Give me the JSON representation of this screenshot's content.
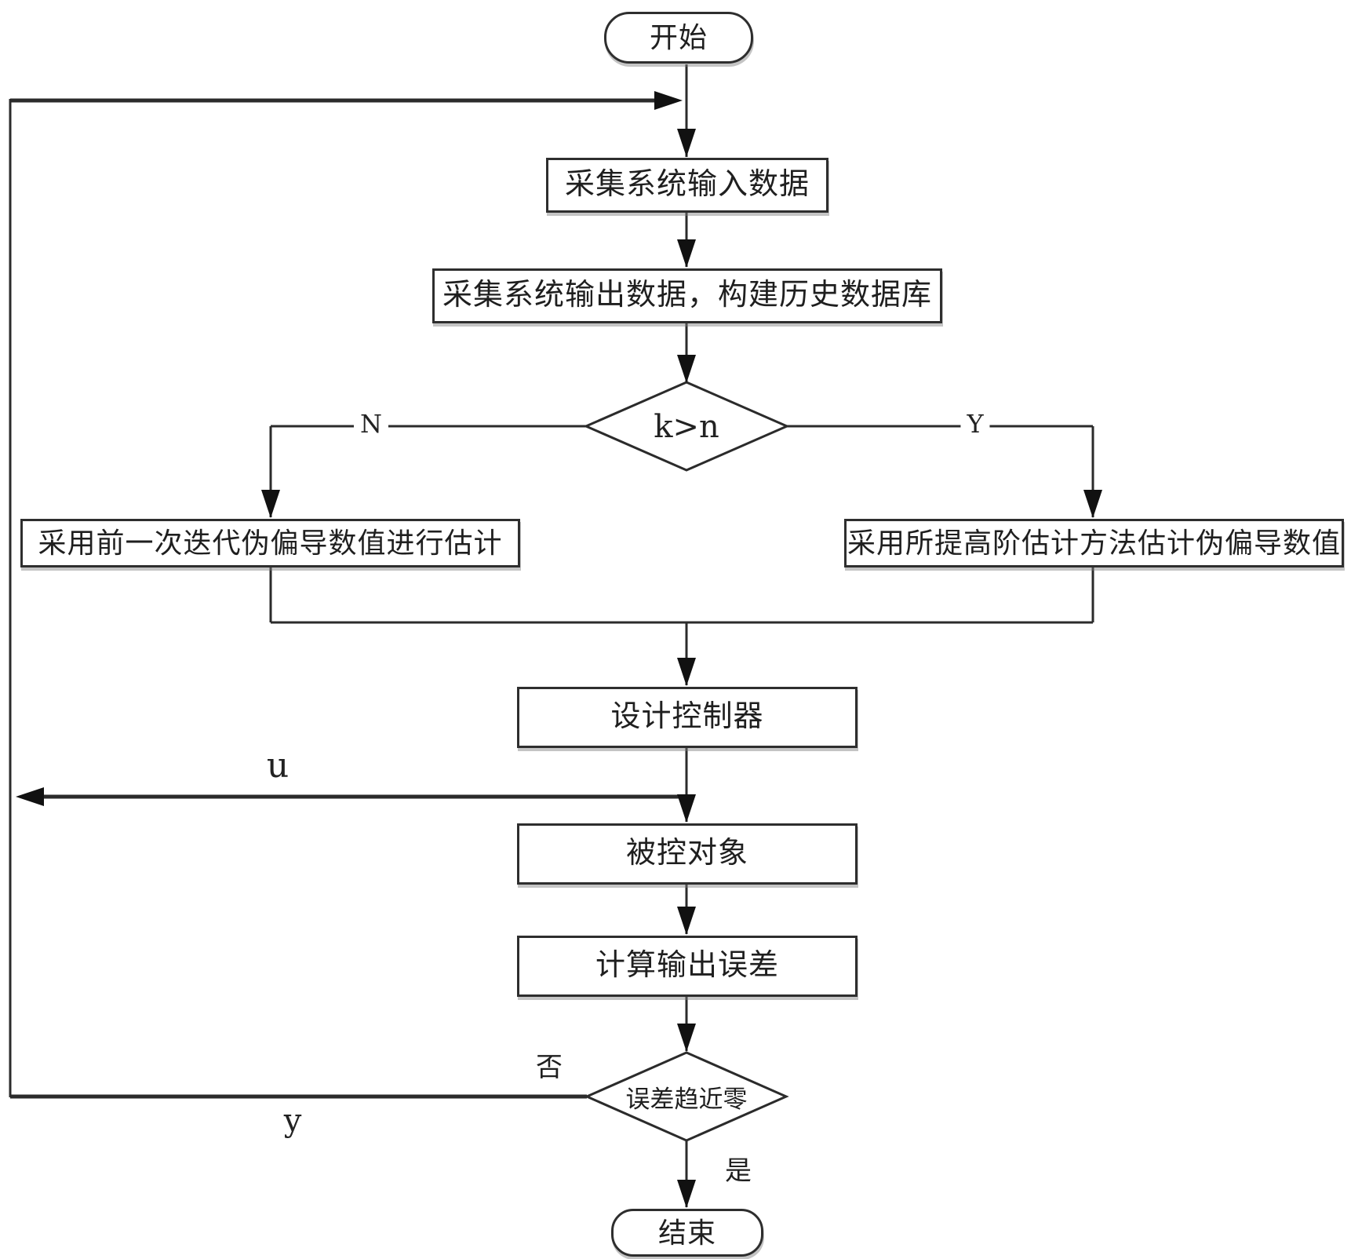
{
  "figure": {
    "background_color": "#ffffff",
    "line_color": "#2b2b2b",
    "text_color": "#1f1f1f"
  },
  "flowchart": {
    "nodes": {
      "start": {
        "label": "开始",
        "type": "terminator"
      },
      "collect_input": {
        "label": "采集系统输入数据",
        "type": "process"
      },
      "collect_output": {
        "label": "采集系统输出数据，构建历史数据库",
        "type": "process"
      },
      "decision_k_n": {
        "label": "k>n",
        "type": "decision"
      },
      "use_previous_pd": {
        "label": "采用前一次迭代伪偏导数值进行估计",
        "type": "process"
      },
      "use_high_order": {
        "label": "采用所提高阶估计方法估计伪偏导数值",
        "type": "process"
      },
      "design_controller": {
        "label": "设计控制器",
        "type": "process"
      },
      "controlled_plant": {
        "label": "被控对象",
        "type": "process"
      },
      "compute_output_error": {
        "label": "计算输出误差",
        "type": "process"
      },
      "decision_error_zero": {
        "label": "误差趋近零",
        "type": "decision"
      },
      "end": {
        "label": "结束",
        "type": "terminator"
      }
    },
    "edge_labels": {
      "k_n_no": "N",
      "k_n_yes": "Y",
      "control_signal": "u",
      "error_no": "否",
      "output_feedback": "y",
      "error_yes": "是"
    }
  }
}
